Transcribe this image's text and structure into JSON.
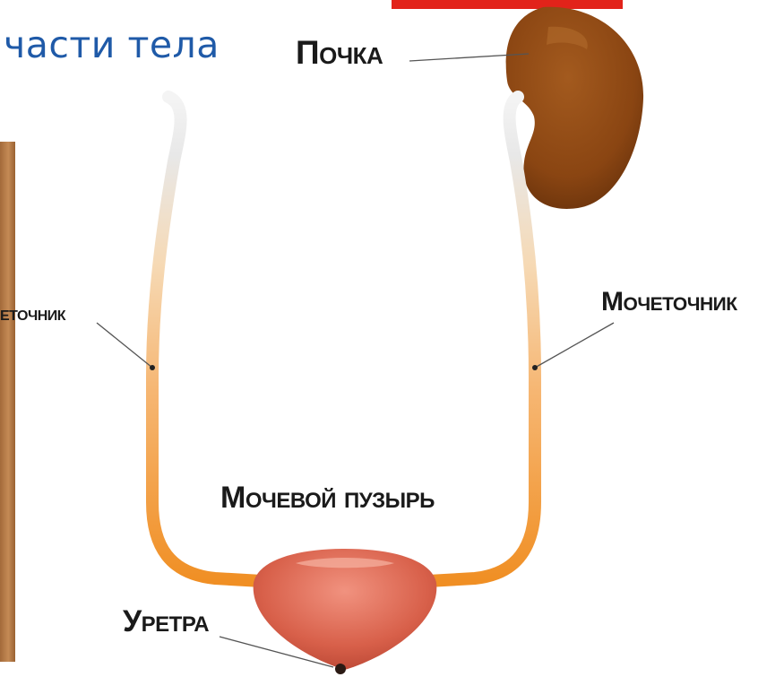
{
  "slide": {
    "title": "части тела"
  },
  "labels": {
    "kidney": "Почка",
    "ureter_left": "еточник",
    "ureter_right": "Мочеточник",
    "bladder": "Мочевой пузырь",
    "urethra": "Уретра"
  },
  "colors": {
    "title": "#1f5aa8",
    "accent_bar": "#e2231a",
    "kidney": "#8c4a14",
    "ureter": "#f3a040",
    "bladder": "#d9634e",
    "label_text": "#1a1a1a"
  }
}
